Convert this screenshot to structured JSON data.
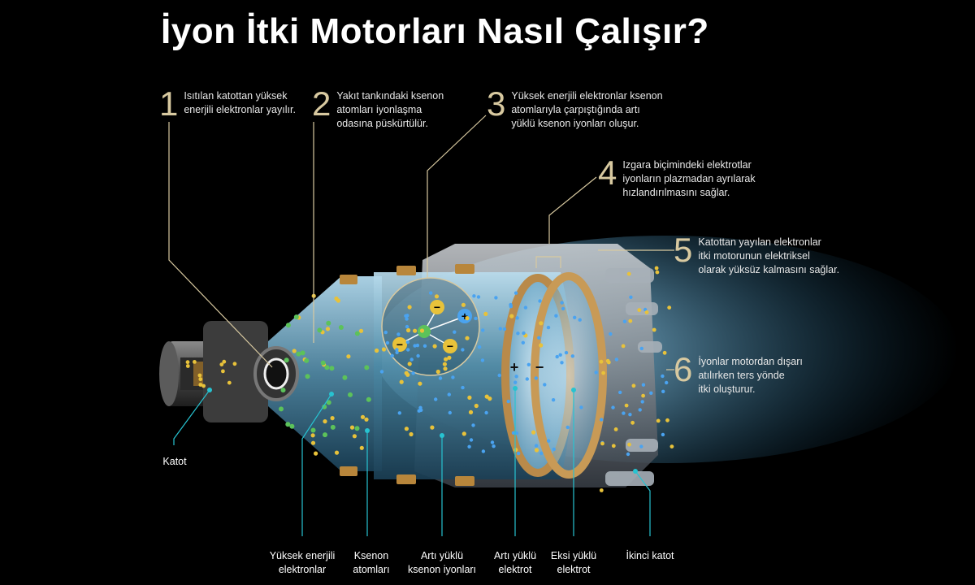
{
  "title": "İyon İtki Motorları Nasıl Çalışır?",
  "steps": [
    {
      "number": "1",
      "text": "Isıtılan katottan yüksek\nenerjili elektronlar yayılır."
    },
    {
      "number": "2",
      "text": "Yakıt tankındaki ksenon\natomları iyonlaşma\nodasına püskürtülür."
    },
    {
      "number": "3",
      "text": "Yüksek enerjili elektronlar ksenon\natomlarıyla çarpıştığında artı\nyüklü ksenon iyonları oluşur."
    },
    {
      "number": "4",
      "text": "Izgara biçimindeki elektrotlar\niyonların plazmadan ayrılarak\nhızlandırılmasını sağlar."
    },
    {
      "number": "5",
      "text": "Katottan yayılan elektronlar\nitki motorunun elektriksel\nolarak yüksüz kalmasını sağlar."
    },
    {
      "number": "6",
      "text": "İyonlar motordan dışarı\natılırken ters yönde\nitki oluşturur."
    }
  ],
  "bottom_labels": [
    {
      "text": "Katot"
    },
    {
      "text": "Yüksek enerjili\nelektronlar"
    },
    {
      "text": "Ksenon\natomları"
    },
    {
      "text": "Artı yüklü\nksenon iyonları"
    },
    {
      "text": "Artı yüklü\nelektrot"
    },
    {
      "text": "Eksi yüklü\nelektrot"
    },
    {
      "text": "İkinci katot"
    }
  ],
  "grid_signs": {
    "plus": "+",
    "minus": "−"
  },
  "inset_signs": {
    "electron": "−",
    "ion": "+"
  },
  "colors": {
    "background": "#000000",
    "step_number": "#d8c9a0",
    "leader_top": "#d8c9a0",
    "leader_bottom": "#27c3d1",
    "electron": "#e8c23a",
    "xenon_atom": "#5cc25a",
    "ion": "#4aa3f0",
    "grid_ring": "#b98a4a",
    "exhaust": "#8fd8ff"
  }
}
